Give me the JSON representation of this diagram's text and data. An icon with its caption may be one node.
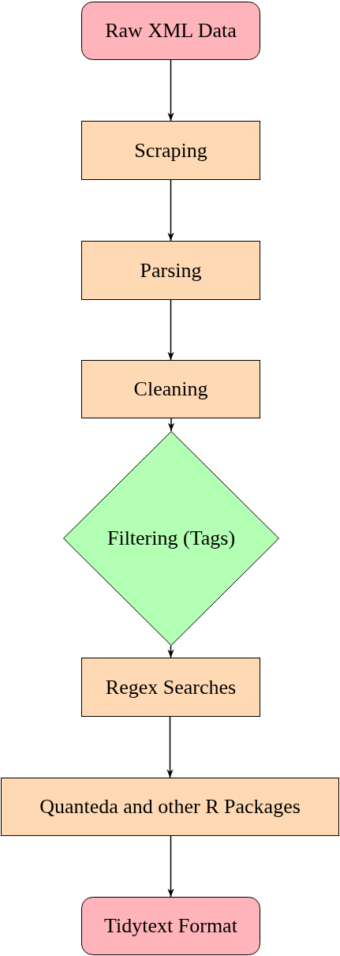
{
  "diagram": {
    "nodes": [
      {
        "text": [
          "Raw XML Data"
        ]
      },
      {
        "text": [
          "Scraping"
        ]
      },
      {
        "text": [
          "Parsing"
        ]
      },
      {
        "text": [
          "Cleaning"
        ]
      },
      {
        "text": [
          "Filtering (Tags)"
        ]
      },
      {
        "text": [
          "Regex Searches"
        ]
      },
      {
        "text": [
          "Quanteda and other R Packages"
        ]
      },
      {
        "text": [
          "Tidytext Format"
        ]
      }
    ],
    "edges": [
      {
        "from": 0,
        "to": 1,
        "arrow": "to"
      },
      {
        "from": 1,
        "to": 2,
        "arrow": "to"
      },
      {
        "from": 2,
        "to": 3,
        "arrow": "to"
      },
      {
        "from": 3,
        "to": 4,
        "arrow": "to"
      },
      {
        "from": 4,
        "to": 5,
        "arrow": "to"
      },
      {
        "from": 5,
        "to": 6,
        "arrow": "to"
      },
      {
        "from": 6,
        "to": 7,
        "arrow": "to"
      }
    ]
  }
}
